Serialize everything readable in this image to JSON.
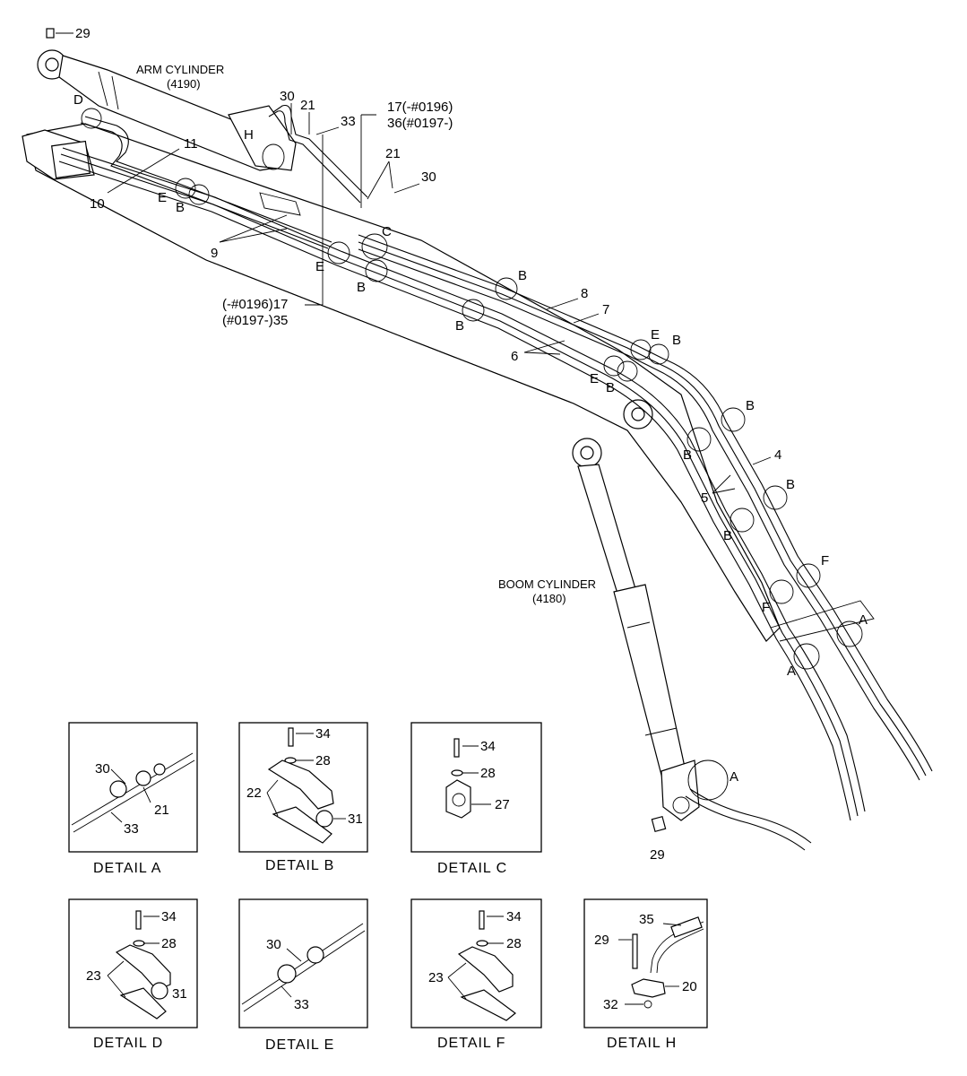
{
  "callouts": {
    "c29_top": "29",
    "arm_cylinder": "ARM CYLINDER",
    "arm_cylinder_code": "(4190)",
    "boom_cylinder": "BOOM CYLINDER",
    "boom_cylinder_code": "(4180)",
    "c30a": "30",
    "c21a": "21",
    "c33": "33",
    "c17_36_top": "17(-#0196)",
    "c17_36_bot": "36(#0197-)",
    "c21b": "21",
    "c30b": "30",
    "cH": "H",
    "cD": "D",
    "c11": "11",
    "c10": "10",
    "cE1": "E",
    "cB1": "B",
    "c9": "9",
    "cC": "C",
    "cE2": "E",
    "cB2": "B",
    "c17_35_top": "(-#0196)17",
    "c17_35_bot": "(#0197-)35",
    "cB3": "B",
    "c8": "8",
    "c7": "7",
    "cB4": "B",
    "c6": "6",
    "cE3": "E",
    "cB5": "B",
    "cE4": "E",
    "cB6": "B",
    "cB7": "B",
    "c4": "4",
    "cB8": "B",
    "c5": "5",
    "cB9": "B",
    "cB10": "B",
    "cF1": "F",
    "cF2": "F",
    "cA1": "A",
    "cA2": "A",
    "cA3": "A",
    "c29_bot": "29"
  },
  "details": [
    {
      "caption": "DETAIL  A",
      "labels": [
        "30",
        "21",
        "33"
      ]
    },
    {
      "caption": "DETAIL  B",
      "labels": [
        "34",
        "28",
        "22",
        "31"
      ]
    },
    {
      "caption": "DETAIL  C",
      "labels": [
        "34",
        "28",
        "27"
      ]
    },
    {
      "caption": "DETAIL  D",
      "labels": [
        "34",
        "28",
        "23",
        "31"
      ]
    },
    {
      "caption": "DETAIL  E",
      "labels": [
        "30",
        "33"
      ]
    },
    {
      "caption": "DETAIL  F",
      "labels": [
        "34",
        "28",
        "23"
      ]
    },
    {
      "caption": "DETAIL  H",
      "labels": [
        "35",
        "29",
        "20",
        "32"
      ]
    }
  ]
}
